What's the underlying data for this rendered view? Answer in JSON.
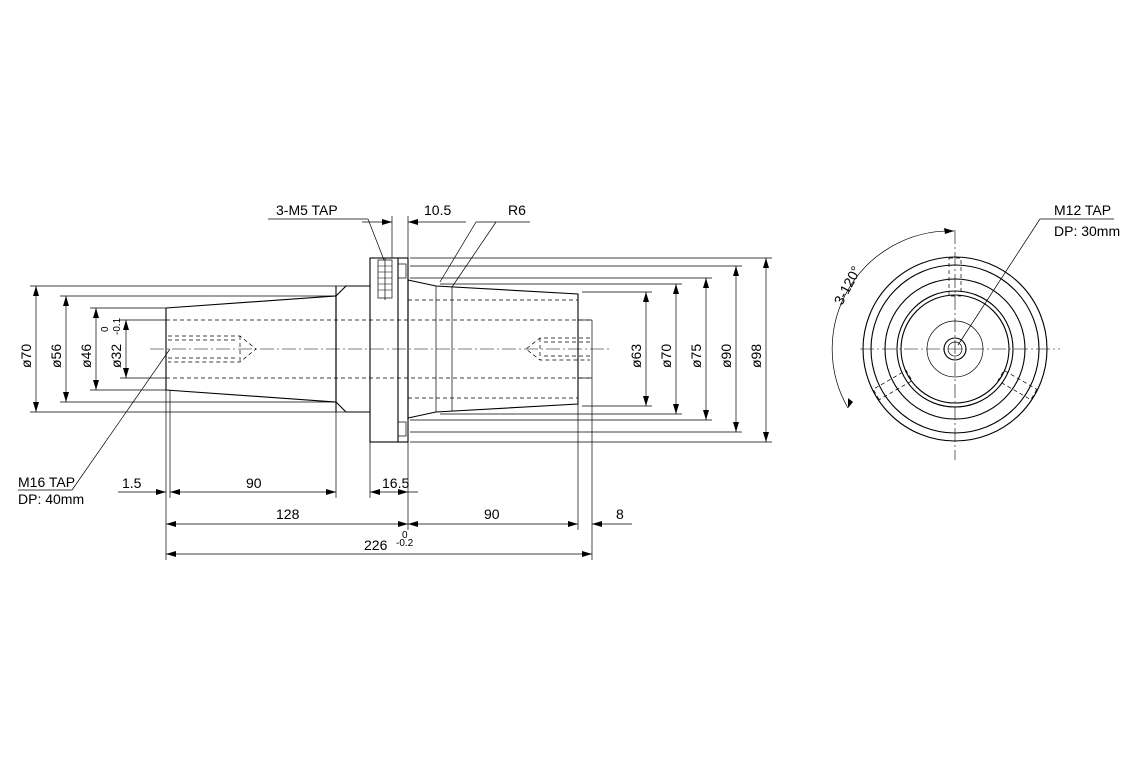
{
  "front_view": {
    "callouts": {
      "tap_m5": "3-M5 TAP",
      "dim_10_5": "10.5",
      "radius": "R6",
      "tap_m16_a": "M16 TAP",
      "tap_m16_b": "DP: 40mm"
    },
    "diameters_left": {
      "d70": "ø70",
      "d56": "ø56",
      "d46": "ø46",
      "d32": "ø32",
      "tol_up": "0",
      "tol_low": "-0.1"
    },
    "diameters_right": {
      "d63": "ø63",
      "d70": "ø70",
      "d75": "ø75",
      "d90": "ø90",
      "d98": "ø98"
    },
    "lengths": {
      "l1_5": "1.5",
      "l90_a": "90",
      "l16_5": "16.5",
      "l128": "128",
      "l90_b": "90",
      "l8": "8",
      "l226": "226",
      "tol_up": "0",
      "tol_low": "-0.2"
    }
  },
  "side_view": {
    "callout_a": "M12 TAP",
    "callout_b": "DP: 30mm",
    "angle": "3-120°"
  }
}
